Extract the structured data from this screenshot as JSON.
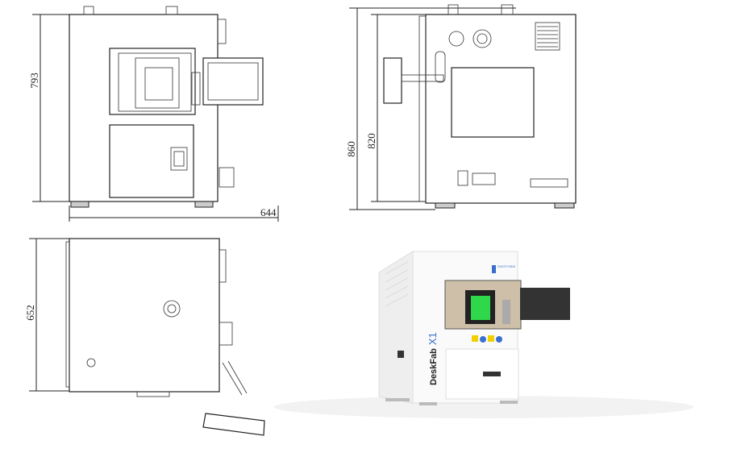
{
  "dimensions": {
    "front_height": "793",
    "front_width": "644",
    "side_total_height": "860",
    "side_body_height": "820",
    "top_depth": "652"
  },
  "product": {
    "model_name": "DeskFab",
    "model_suffix": "X1",
    "logo_text": "FASTFORM"
  },
  "colors": {
    "screen_green": "#2fd84a",
    "accent_blue": "#3a6fd0"
  }
}
